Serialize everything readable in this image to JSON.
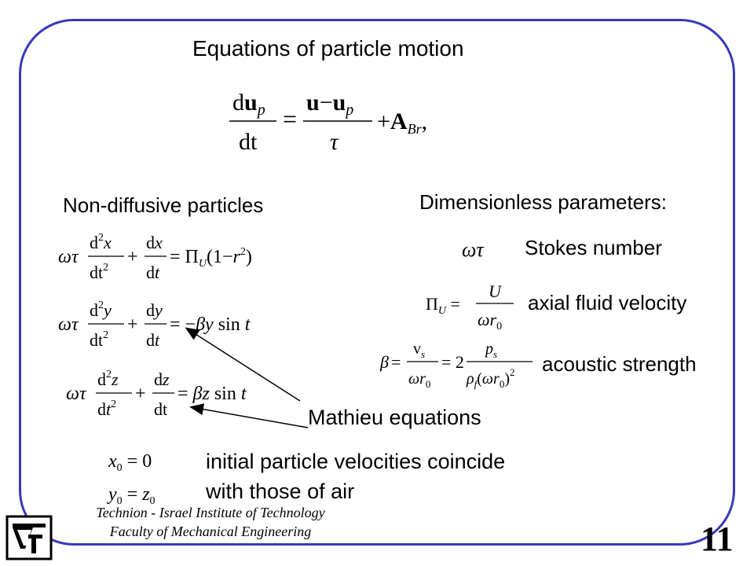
{
  "slide": {
    "title": "Equations of particle motion",
    "left_heading": "Non-diffusive particles",
    "right_heading": "Dimensionless parameters:",
    "stokes_label": "Stokes number",
    "axial_label": "axial fluid velocity",
    "acoustic_label": "acoustic strength",
    "mathieu_label": "Mathieu equations",
    "initial_line1": "initial particle velocities coincide",
    "initial_line2": "with those of air",
    "footer_line1": "Technion - Israel Institute of Technology",
    "footer_line2": "Faculty of Mechanical Engineering",
    "page_number": "11"
  },
  "colors": {
    "frame_border": "#3a3ab8"
  },
  "icons": {
    "logo": "technion-logo-icon"
  }
}
